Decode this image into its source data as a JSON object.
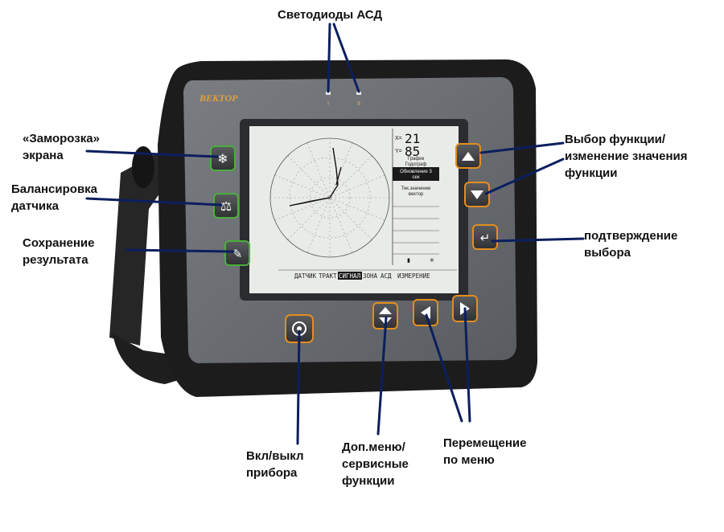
{
  "brand": "ВЕКТОР",
  "led_markers": [
    "I",
    "II"
  ],
  "screen": {
    "x_label": "X=",
    "x_value": "21",
    "y_label": "Y=",
    "y_value": "85",
    "menu_items": [
      {
        "text": "График Годограф",
        "highlighted": false
      },
      {
        "text": "Обновление 3 сек",
        "highlighted": true
      },
      {
        "text": "Тек.значение вектор",
        "highlighted": false
      }
    ],
    "bottom_menu": [
      "ДАТЧИК",
      "ТРАКТ",
      "СИГНАЛ",
      "ЗОНА",
      "АСД",
      "ИЗМЕРЕНИЕ"
    ],
    "bottom_menu_selected": 2
  },
  "callouts": {
    "leds": "Светодиоды АСД",
    "freeze": [
      "«Заморозка»",
      "экрана"
    ],
    "balance": [
      "Балансировка",
      "датчика"
    ],
    "save": [
      "Сохранение",
      "результата"
    ],
    "select": [
      "Выбор функции/",
      "изменение значения",
      "функции"
    ],
    "confirm": [
      "подтверждение",
      "выбора"
    ],
    "power": [
      "Вкл/выкл",
      "прибора"
    ],
    "extra_menu": [
      "Доп.меню/",
      "сервисные",
      "функции"
    ],
    "navigate": [
      "Перемещение",
      "по меню"
    ]
  },
  "icons": {
    "freeze": "snowflake-icon",
    "balance": "scales-icon",
    "save": "pencil-icon",
    "up": "triangle-up-icon",
    "down": "triangle-down-icon",
    "enter": "enter-icon",
    "power": "power-icon",
    "updown": "up-down-icon",
    "left": "triangle-left-icon",
    "right": "triangle-right-icon"
  },
  "colors": {
    "leader": "#0b1f5e",
    "body": "#1c1c1c",
    "panel": "#6b6e73",
    "green_button": "#4cae3c",
    "orange_button": "#e48d1e",
    "brand": "#e0a13a"
  }
}
